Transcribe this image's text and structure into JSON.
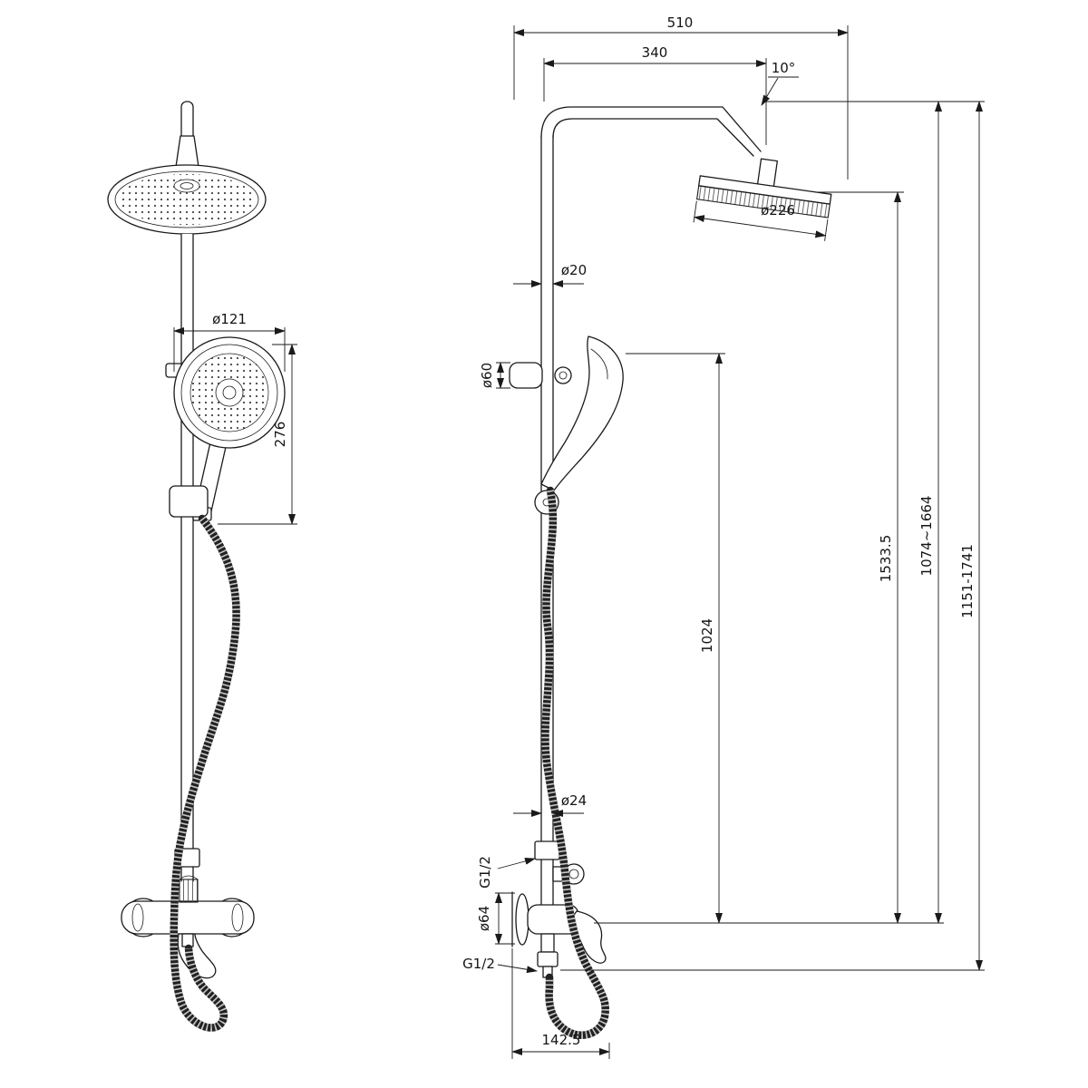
{
  "drawing": {
    "background": "#ffffff",
    "line_color": "#1a1a1a",
    "subject": "shower-column-technical-drawing"
  },
  "dimensions": {
    "top_width": "510",
    "arm_reach": "340",
    "head_tilt_angle": "10°",
    "head_diameter": "ø226",
    "riser_diameter": "ø20",
    "hand_shower_diameter": "ø121",
    "hand_shower_length": "276",
    "bracket_diameter": "ø60",
    "riser_length": "1024",
    "overall_height": "1533.5",
    "height_range_a": "1074~1664",
    "height_range_b": "1151-1741",
    "lower_riser_diameter": "ø24",
    "inlet_thread": "G1/2",
    "escutcheon_diameter": "ø64",
    "outlet_thread": "G1/2",
    "spout_offset": "142.5"
  }
}
